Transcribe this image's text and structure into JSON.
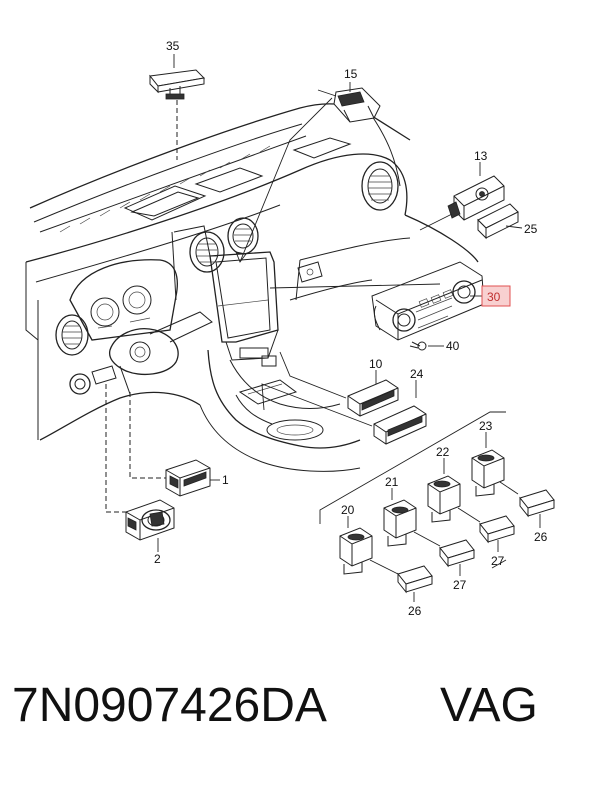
{
  "callouts": {
    "c35": "35",
    "c15": "15",
    "c13": "13",
    "c25": "25",
    "c30": "30",
    "c40": "40",
    "c10": "10",
    "c24": "24",
    "c23": "23",
    "c22": "22",
    "c21": "21",
    "c20": "20",
    "c1": "1",
    "c2": "2",
    "c26a": "26",
    "c26b": "26",
    "c27a": "27",
    "c27b": "27"
  },
  "highlight_color": "#e05050",
  "part_number": "7N0907426DA",
  "brand": "VAG"
}
